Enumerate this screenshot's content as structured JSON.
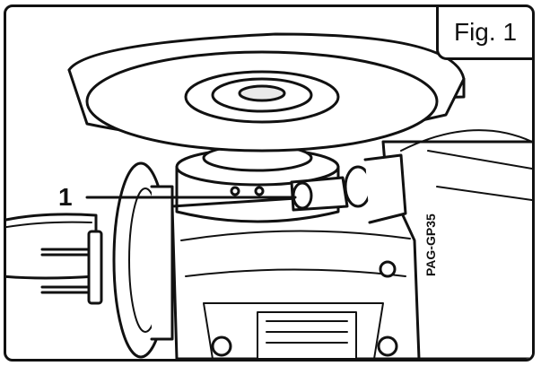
{
  "figure": {
    "label": "Fig. 1",
    "callouts": [
      {
        "number": "1"
      }
    ],
    "embossed_text": "PAG-GP35"
  },
  "colors": {
    "ink": "#111111",
    "paper": "#ffffff",
    "shade": "#e9e9e9"
  }
}
